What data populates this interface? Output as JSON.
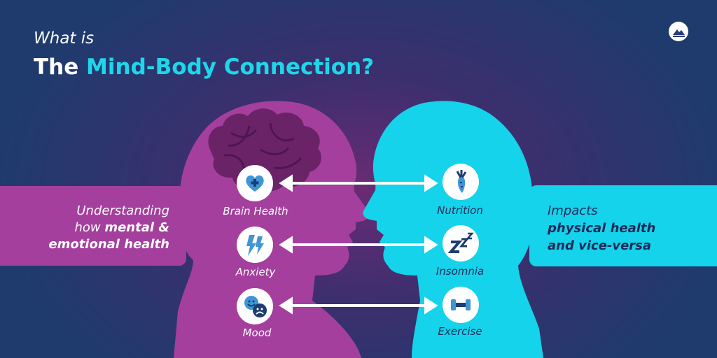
{
  "title": {
    "line1": "What is",
    "line2_prefix": "The ",
    "line2_accent": "Mind-Body Connection?"
  },
  "logo": {
    "icon": "mountain-logo-icon"
  },
  "left_panel": {
    "line1": "Understanding",
    "line2_plain": "how ",
    "line2_bold": "mental &",
    "line3_bold": "emotional health"
  },
  "right_panel": {
    "line1": "Impacts",
    "line2_bold": "physical health",
    "line3_bold": "and vice-versa"
  },
  "pairs": [
    {
      "left": {
        "label": "Brain Health",
        "icon": "heart-plus-icon"
      },
      "right": {
        "label": "Nutrition",
        "icon": "carrot-icon"
      }
    },
    {
      "left": {
        "label": "Anxiety",
        "icon": "lightning-icon"
      },
      "right": {
        "label": "Insomnia",
        "icon": "zzz-icon"
      }
    },
    {
      "left": {
        "label": "Mood",
        "icon": "mood-faces-icon"
      },
      "right": {
        "label": "Exercise",
        "icon": "dumbbell-icon"
      }
    }
  ],
  "colors": {
    "magenta": "#a43f9d",
    "cyan": "#14d3ea",
    "navy": "#1f3b6e",
    "icon_blue": "#3f95d6"
  }
}
